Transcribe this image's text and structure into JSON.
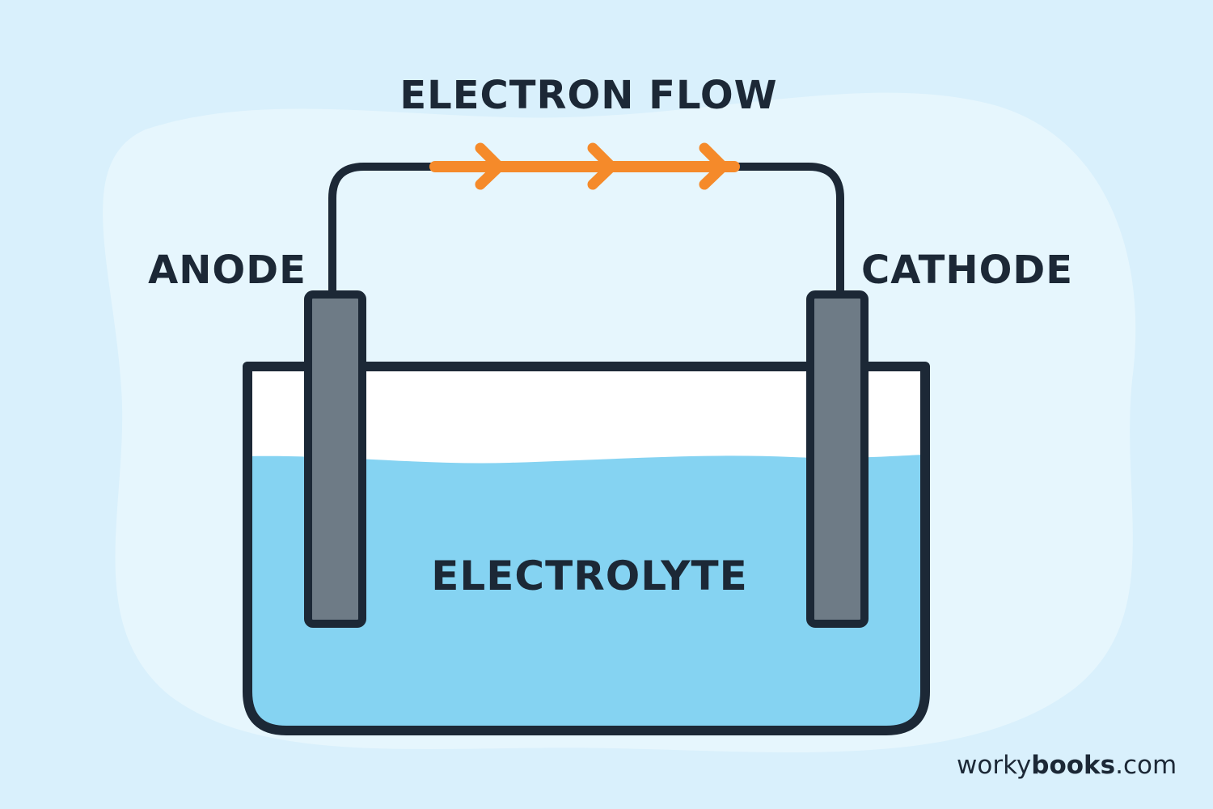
{
  "labels": {
    "electron_flow": "ELECTRON FLOW",
    "anode": "ANODE",
    "cathode": "CATHODE",
    "electrolyte": "ELECTROLYTE"
  },
  "brand": {
    "prefix": "worky",
    "bold": "books",
    "suffix": ".com"
  },
  "colors": {
    "background": "#d9f0fc",
    "blob": "#e6f6fd",
    "outline": "#1c2836",
    "electrolyte": "#85d3f2",
    "electrode": "#6e7b86",
    "electron_flow": "#f58a2a",
    "container_air": "#ffffff"
  },
  "icons": [
    "electron-flow-arrow-icon"
  ]
}
